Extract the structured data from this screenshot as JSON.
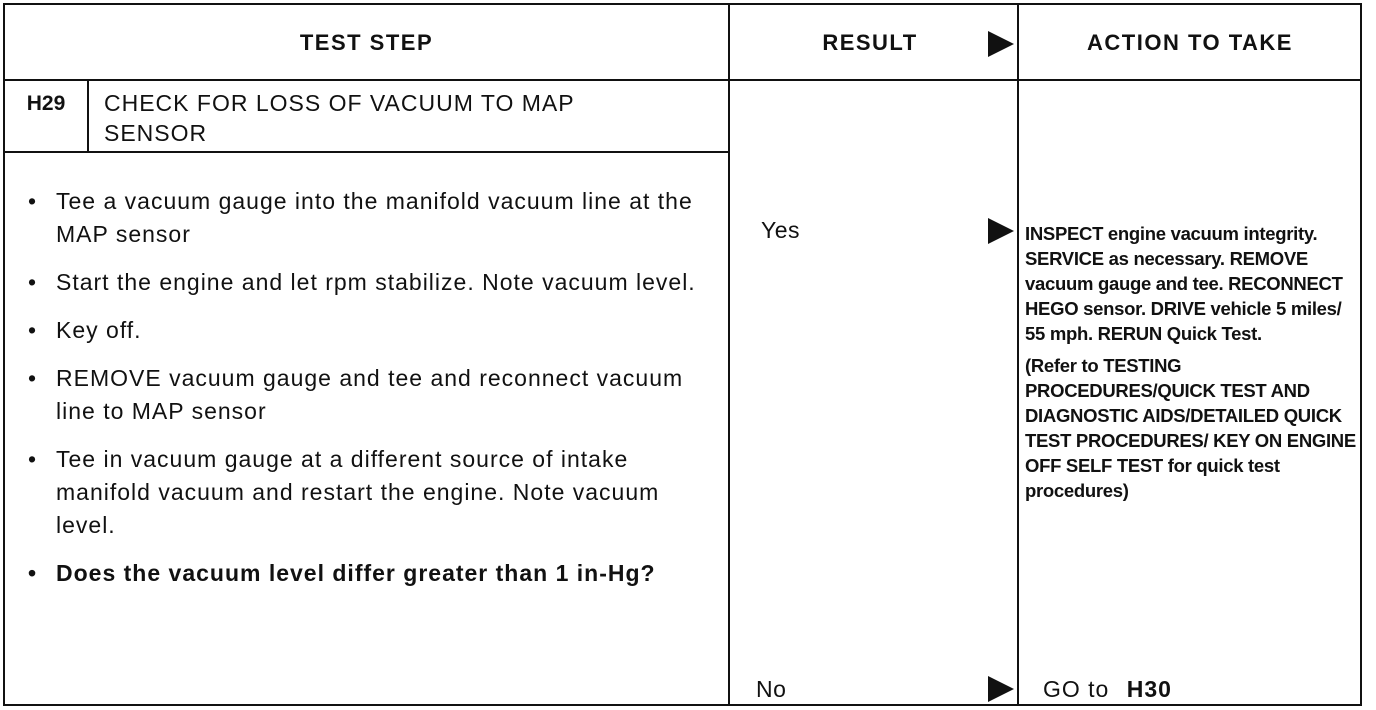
{
  "headers": {
    "test_step": "TEST STEP",
    "result": "RESULT",
    "action": "ACTION TO TAKE"
  },
  "step": {
    "code": "H29",
    "title_line1": "CHECK FOR LOSS OF VACUUM TO MAP",
    "title_line2": "SENSOR",
    "items": [
      "Tee a vacuum gauge into the manifold vacuum line at the MAP sensor",
      "Start the engine and let rpm stabilize. Note vacuum level.",
      "Key off.",
      "REMOVE vacuum gauge and tee and reconnect vacuum line to MAP sensor",
      "Tee in vacuum gauge at a different source of intake manifold vacuum and restart the engine. Note vacuum level.",
      "Does the vacuum level differ greater than 1 in-Hg?"
    ]
  },
  "results": {
    "yes": "Yes",
    "no": "No"
  },
  "actions": {
    "yes_p1": "INSPECT engine vacuum integrity. SERVICE as necessary. REMOVE vacuum gauge and tee. RECONNECT HEGO sensor. DRIVE vehicle 5 miles/ 55 mph. RERUN Quick Test.",
    "yes_p2": "(Refer to TESTING PROCEDURES/QUICK TEST AND DIAGNOSTIC AIDS/DETAILED QUICK TEST PROCEDURES/ KEY ON ENGINE OFF SELF TEST for quick test procedures)",
    "no_prefix": "GO to",
    "no_target": "H30"
  }
}
